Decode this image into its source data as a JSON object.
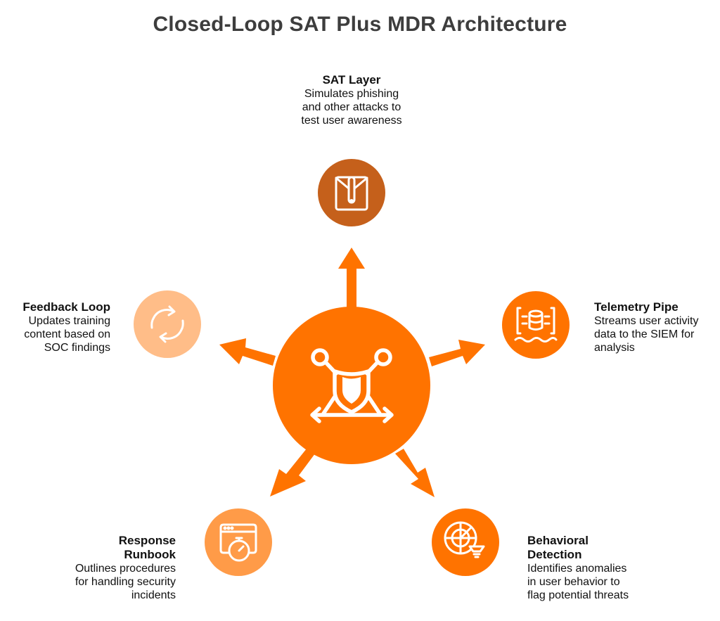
{
  "title": "Closed-Loop SAT Plus MDR Architecture",
  "colors": {
    "hub": "#ff7300",
    "sat": "#c5601b",
    "telemetry": "#ff7300",
    "behavioral": "#ff7300",
    "runbook": "#ff9b48",
    "feedback": "#ffbd88",
    "icon": "#ffffff"
  },
  "hub": {
    "icon": "shield-network-icon"
  },
  "nodes": [
    {
      "id": "sat",
      "name": "SAT Layer",
      "description": "Simulates phishing\nand other attacks to\ntest user awareness",
      "icon": "envelope-zipper-icon"
    },
    {
      "id": "telemetry",
      "name": "Telemetry Pipe",
      "description": "Streams user activity\ndata to the SIEM for\nanalysis",
      "icon": "database-stream-icon"
    },
    {
      "id": "behavioral",
      "name": "Behavioral\nDetection",
      "description": "Identifies anomalies\nin user behavior to\nflag potential threats",
      "icon": "radar-funnel-icon"
    },
    {
      "id": "runbook",
      "name": "Response\nRunbook",
      "description": "Outlines procedures\nfor handling security\nincidents",
      "icon": "browser-stopwatch-icon"
    },
    {
      "id": "feedback",
      "name": "Feedback Loop",
      "description": "Updates training\ncontent based on\nSOC findings",
      "icon": "refresh-cycle-icon"
    }
  ]
}
